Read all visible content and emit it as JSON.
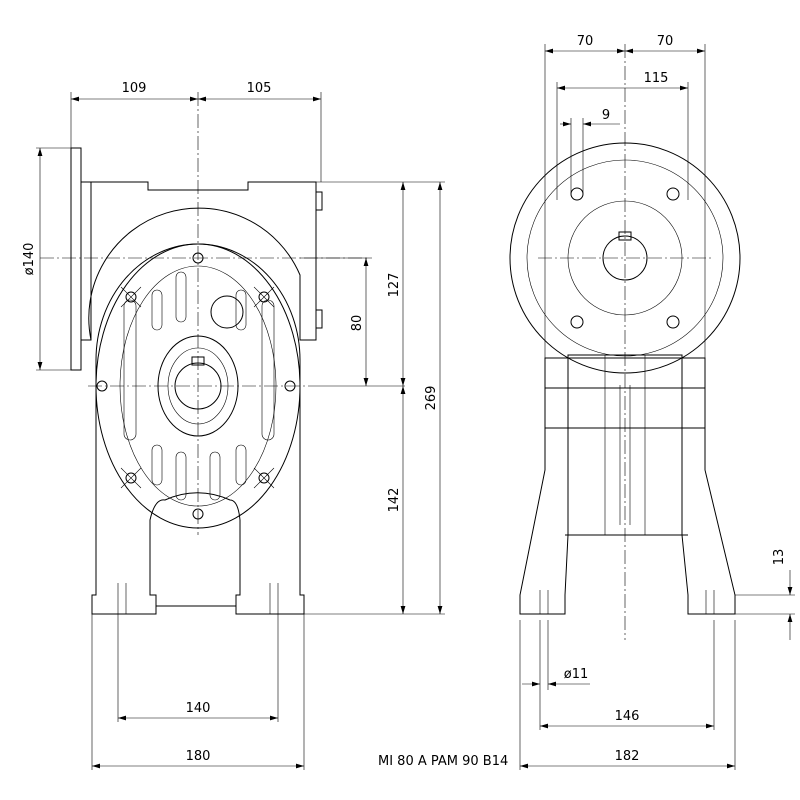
{
  "model_label": "MI 80 A PAM 90 B14",
  "dimensions": {
    "d_109": "109",
    "d_105": "105",
    "d_phi140": "ø140",
    "d_127": "127",
    "d_80": "80",
    "d_269": "269",
    "d_142": "142",
    "d_140": "140",
    "d_180": "180",
    "d_70_left": "70",
    "d_70_right": "70",
    "d_115": "115",
    "d_9": "9",
    "d_13": "13",
    "d_phi11": "ø11",
    "d_146": "146",
    "d_182": "182"
  }
}
